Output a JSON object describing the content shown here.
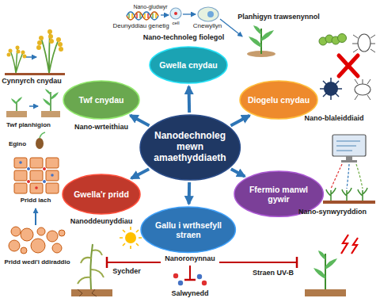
{
  "diagram": {
    "nodes": [
      {
        "text": [
          "Gwella cnydau"
        ]
      },
      {
        "text": [
          "Twf cnydau"
        ]
      },
      {
        "text": [
          "Diogelu cnydau"
        ]
      },
      {
        "text": [
          "Nanodechnoleg mewn amaethyddiaeth"
        ]
      },
      {
        "text": [
          "Gwella'r pridd"
        ]
      },
      {
        "text": [
          "Ffermio manwl gywir"
        ]
      },
      {
        "text": [
          "Gallu i wrthsefyll straen"
        ]
      }
    ],
    "edges": [
      {
        "from": 3,
        "to": 0,
        "arrow": "to"
      },
      {
        "from": 3,
        "to": 1,
        "arrow": "to"
      },
      {
        "from": 3,
        "to": 2,
        "arrow": "to"
      },
      {
        "from": 3,
        "to": 4,
        "arrow": "to"
      },
      {
        "from": 3,
        "to": 5,
        "arrow": "to"
      },
      {
        "from": 3,
        "to": 6,
        "arrow": "to"
      }
    ],
    "labels": [
      "Nano-gludwyr",
      "Deunyddiau genetig",
      "cell",
      "Cnewyllyn",
      "Planhigyn trawsenynnol",
      "Nano-technoleg fiolegol",
      "Cynnyrch cnydau",
      "Twf planhigion",
      "Nano-wrteithiau",
      "Nano-blaleiddiaid",
      "Egino",
      "Pridd iach",
      "Nanoddeunyddiau",
      "Nano-synwyryddion",
      "Nanoronynnau",
      "Pridd wedi'i ddiraddio",
      "Sychder",
      "Straen UV-B",
      "Salwynedd"
    ]
  }
}
